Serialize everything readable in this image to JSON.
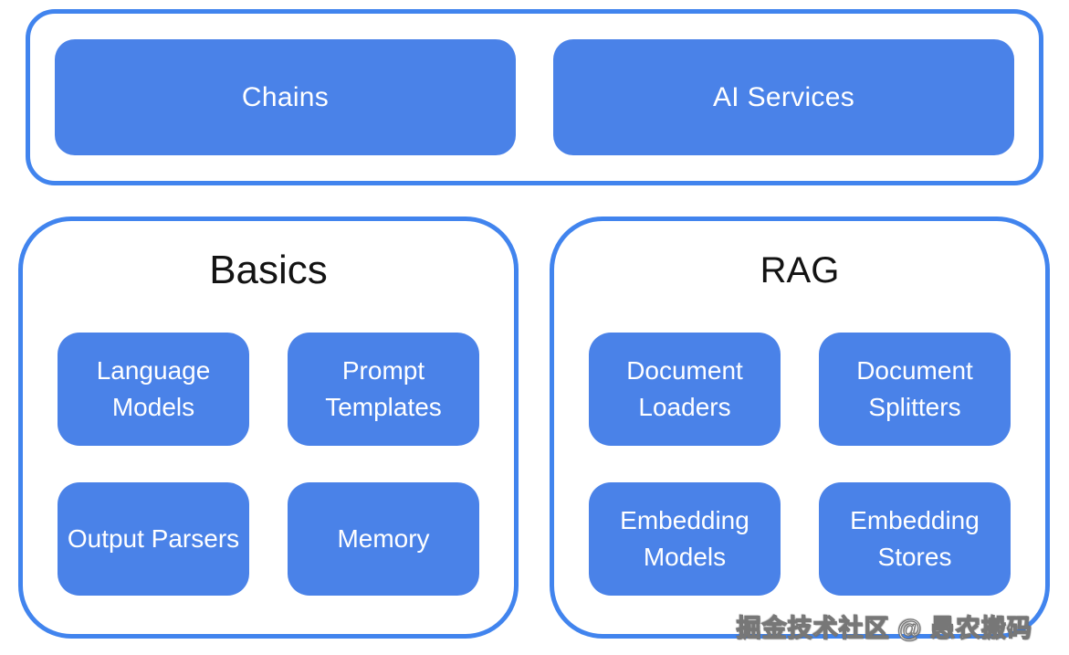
{
  "colors": {
    "background": "#ffffff",
    "container_border": "#4184ee",
    "node_fill": "#4a82e8",
    "node_text": "#ffffff",
    "title_text": "#131313"
  },
  "top_section": {
    "items": [
      {
        "label": "Chains"
      },
      {
        "label": "AI Services"
      }
    ]
  },
  "groups": [
    {
      "title": "Basics",
      "items": [
        {
          "label": "Language Models"
        },
        {
          "label": "Prompt Templates"
        },
        {
          "label": "Output Parsers"
        },
        {
          "label": "Memory"
        }
      ]
    },
    {
      "title": "RAG",
      "items": [
        {
          "label": "Document Loaders"
        },
        {
          "label": "Document Splitters"
        },
        {
          "label": "Embedding Models"
        },
        {
          "label": "Embedding Stores"
        }
      ]
    }
  ],
  "watermark": {
    "text": "掘金技术社区 @ 愚农搬码"
  }
}
